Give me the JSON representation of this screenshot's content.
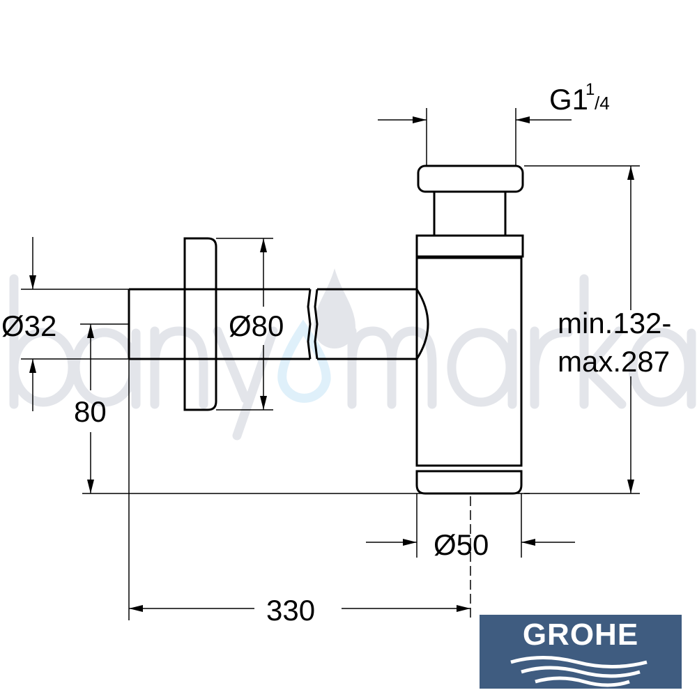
{
  "watermark": {
    "text": "banyomarka"
  },
  "dimensions": {
    "thread": {
      "main": "G1",
      "sup": "1",
      "sub": "/4"
    },
    "height_min": "min.132-",
    "height_max": "max.287",
    "wall_pipe_diameter": "Ø32",
    "flange_diameter": "Ø80",
    "wall_height": "80",
    "body_diameter": "Ø50",
    "projection": "330"
  },
  "logo": {
    "text": "GROHE"
  },
  "colors": {
    "logo_bg": "#3f5c80",
    "watermark": "#e3e5ea",
    "watermark_drop": "#dff0fa"
  }
}
